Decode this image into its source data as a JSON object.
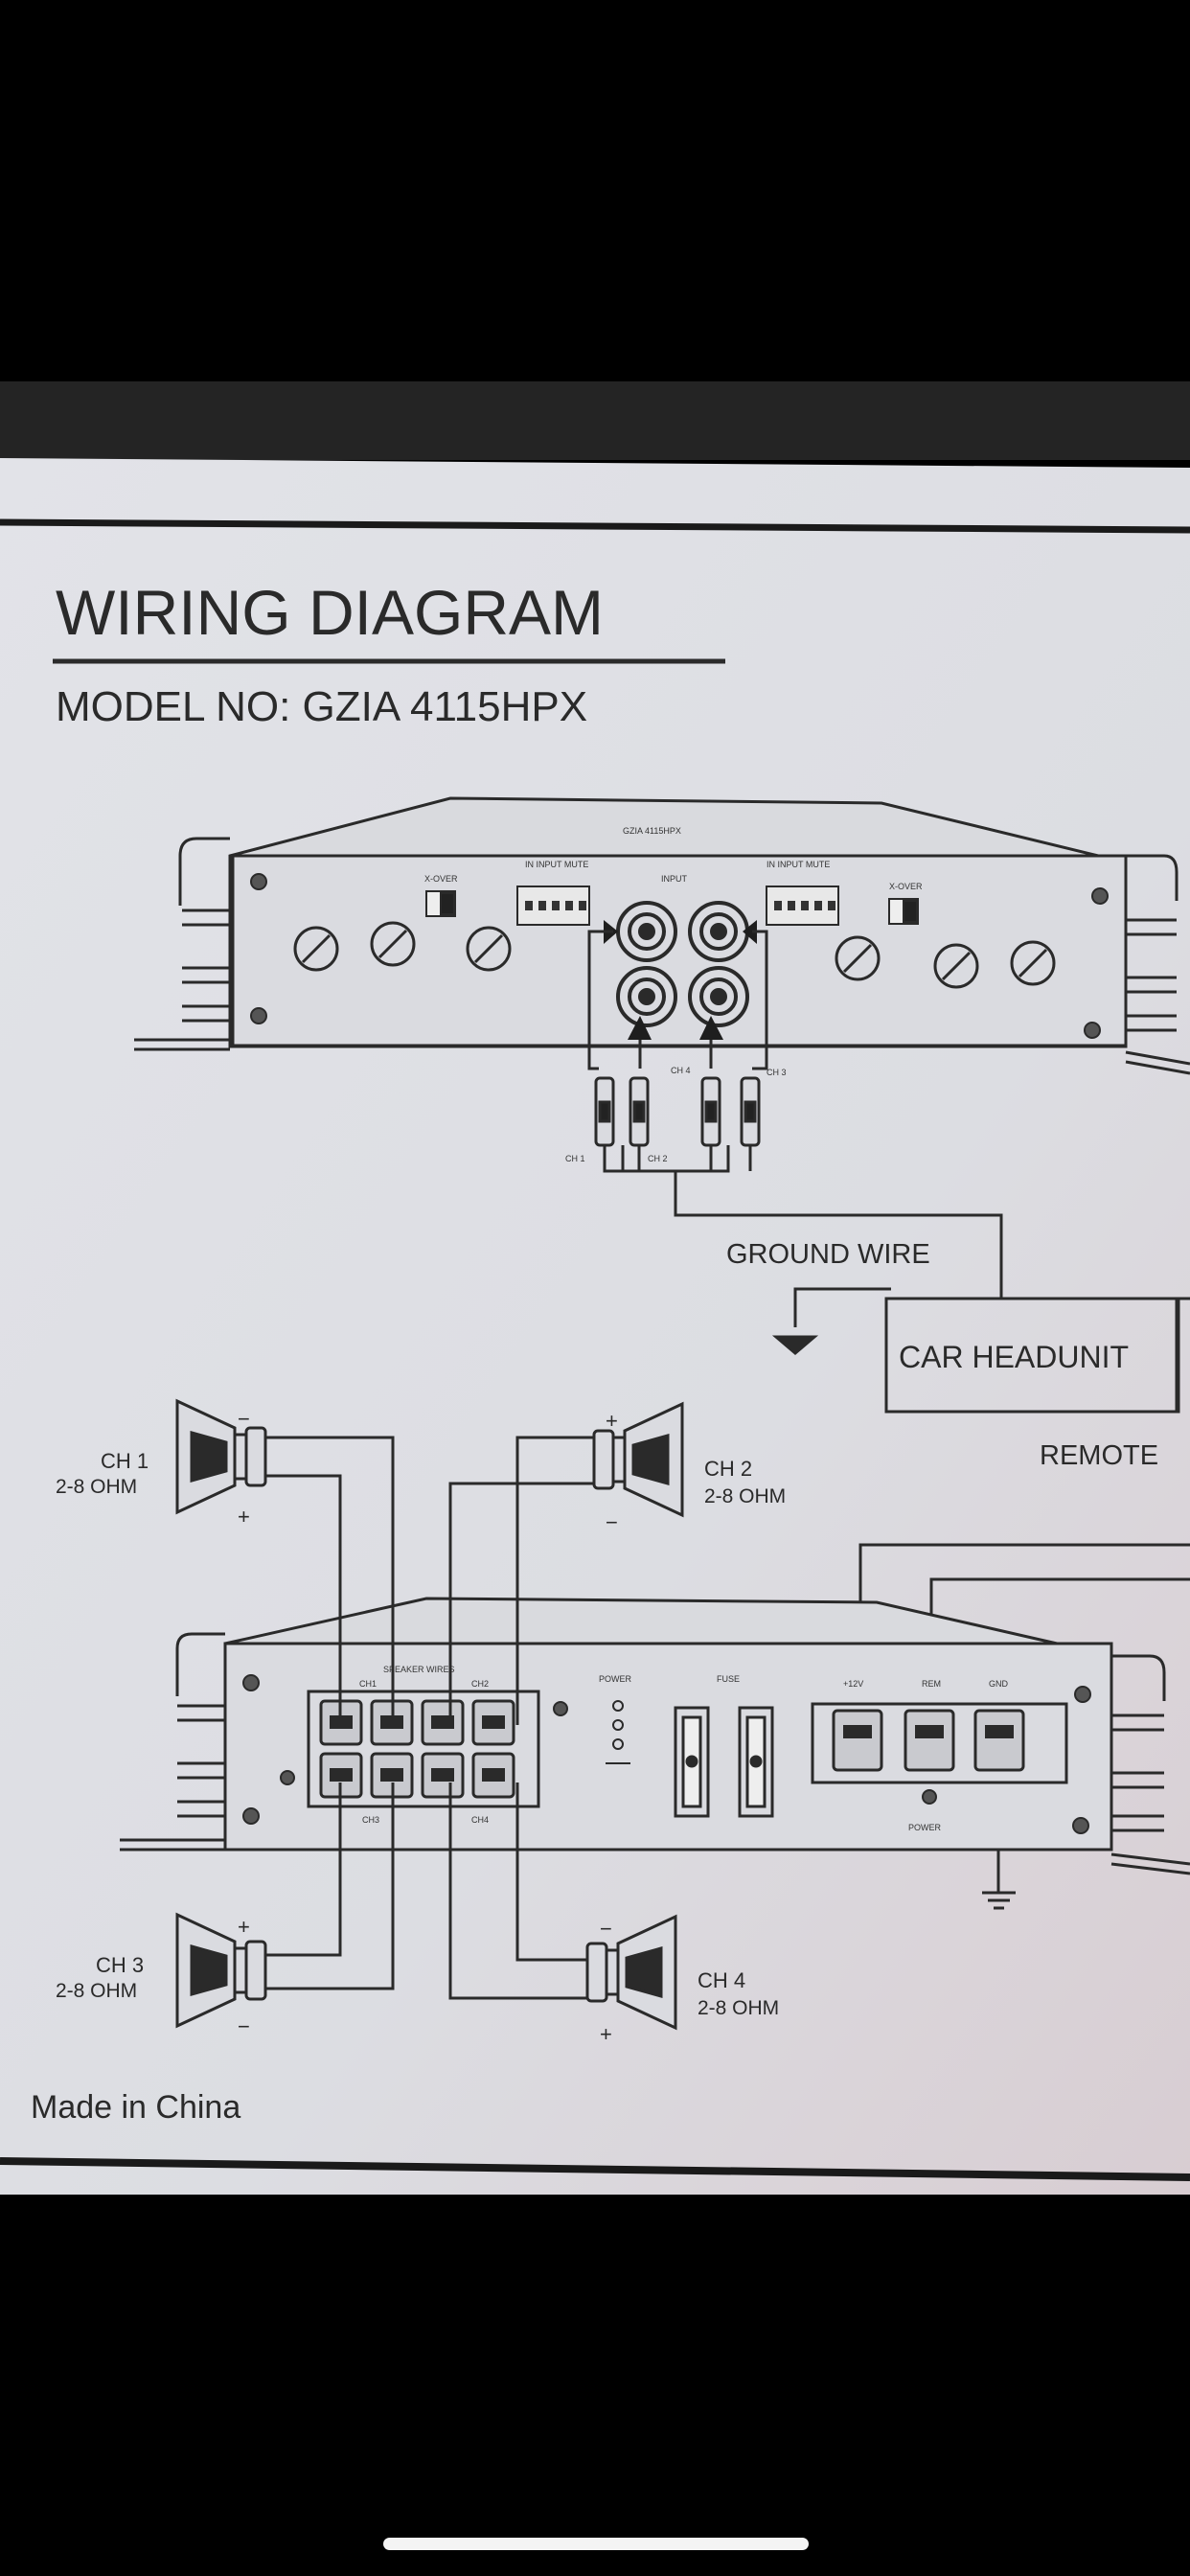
{
  "title": "WIRING DIAGRAM",
  "model": "MODEL NO: GZIA 4115HPX",
  "top_amp": {
    "brand": "GZIA 4115HPX",
    "x_over_left": "X-OVER",
    "x_over_right": "X-OVER",
    "input_mute_left": "IN INPUT MUTE",
    "input_mute_right": "IN INPUT MUTE",
    "input": "INPUT",
    "ch_labels": [
      "CH 1",
      "CH 2",
      "CH 4",
      "CH 3"
    ]
  },
  "ground_wire": "GROUND WIRE",
  "car_headunit": "CAR HEADUNIT",
  "remote": "REMOTE",
  "speakers": {
    "ch1": {
      "name": "CH 1",
      "ohm": "2-8 OHM"
    },
    "ch2": {
      "name": "CH 2",
      "ohm": "2-8 OHM"
    },
    "ch3": {
      "name": "CH 3",
      "ohm": "2-8 OHM"
    },
    "ch4": {
      "name": "CH 4",
      "ohm": "2-8 OHM"
    }
  },
  "bottom_amp": {
    "speaker_wires": "SPEAKER WIRES",
    "ch_left": "CH1",
    "ch_right": "CH2",
    "ch_bottom_left": "CH3",
    "ch_bottom_right": "CH4",
    "power_led": "POWER",
    "fuse": "FUSE",
    "terminals": [
      "+12V",
      "REM",
      "GND"
    ],
    "power": "POWER"
  },
  "made_in": "Made in China",
  "colors": {
    "paper": "#dcdde2",
    "ink": "#2a2a2a",
    "background": "#000000"
  }
}
